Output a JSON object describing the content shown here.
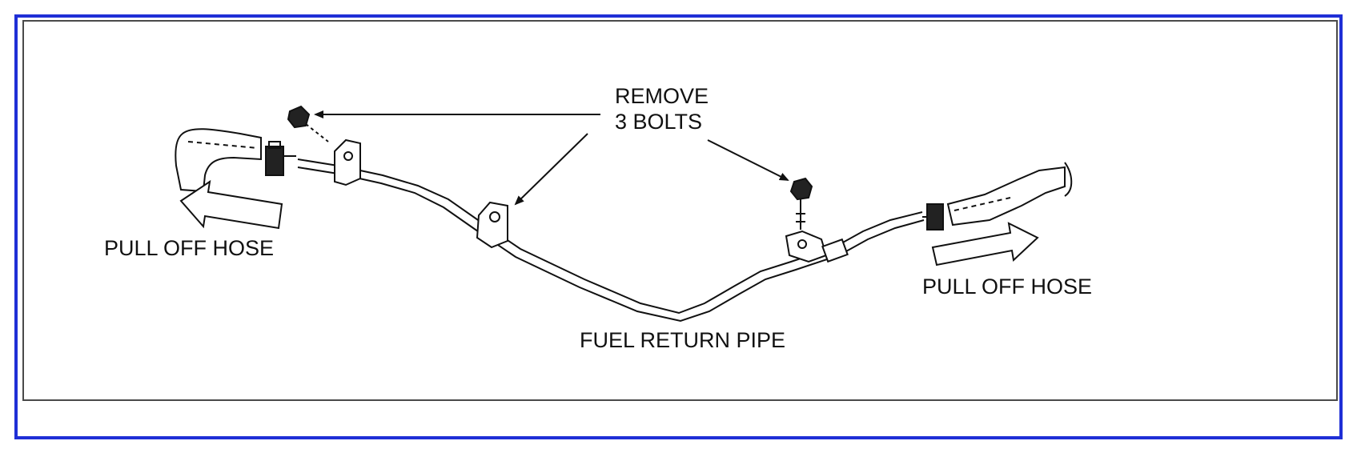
{
  "labels": {
    "remove_line1": "REMOVE",
    "remove_line2": "3 BOLTS",
    "pull_off_left": "PULL OFF HOSE",
    "pull_off_right": "PULL OFF HOSE",
    "pipe": "FUEL RETURN PIPE"
  },
  "colors": {
    "frame_border": "#1f2fd6",
    "inner_border": "#4a4a4a",
    "line": "#111111"
  },
  "icons": [
    "bolt-icon",
    "hose-icon",
    "clamp-icon",
    "bracket-icon",
    "arrow-icon"
  ]
}
